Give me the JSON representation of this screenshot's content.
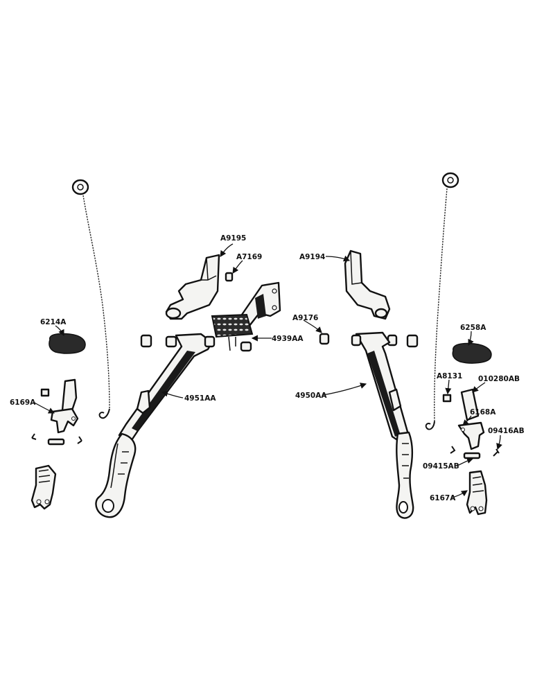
{
  "labels": {
    "a9195": "A9195",
    "a7169": "A7169",
    "a9194": "A9194",
    "a9176": "A9176",
    "p4939aa": "4939AA",
    "p6214a": "6214A",
    "p6258a": "6258A",
    "a8131": "A8131",
    "p010280ab": "010280AB",
    "p6169a": "6169A",
    "p4951aa": "4951AA",
    "p4950aa": "4950AA",
    "p6168a": "6168A",
    "p09416ab": "09416AB",
    "p09415ab": "09415AB",
    "p6167a": "6167A"
  }
}
